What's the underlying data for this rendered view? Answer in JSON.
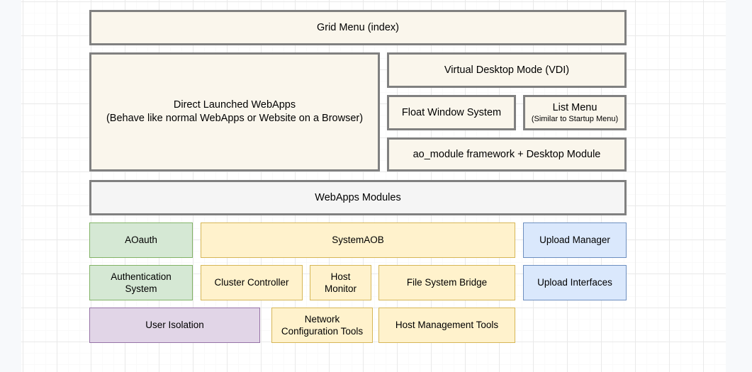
{
  "canvas": {
    "background_color": "#f7f9fb",
    "sheet_color": "#ffffff",
    "grid_minor_color": "#fafafa",
    "grid_major_color": "#e9e9e9"
  },
  "palette": {
    "cream_fill": "#faf6ec",
    "cream_border": "#808080",
    "gray_fill": "#f5f5f5",
    "gray_border": "#808080",
    "green_fill": "#d5e8d4",
    "green_border": "#82b366",
    "yellow_fill": "#fff2cc",
    "yellow_border": "#d6b656",
    "blue_fill": "#dae8fc",
    "blue_border": "#6c8ebf",
    "purple_fill": "#e1d5e7",
    "purple_border": "#9673a6"
  },
  "diagram": {
    "grid_menu": "Grid Menu (index)",
    "direct_webapps": {
      "main": "Direct Launched WebApps",
      "sub": "(Behave like normal WebApps or Website on a Browser)"
    },
    "vdi": "Virtual Desktop Mode (VDI)",
    "float_window": "Float Window System",
    "list_menu": {
      "title": "List Menu",
      "sub": "(Similar to Startup Menu)"
    },
    "ao_module": "ao_module framework + Desktop Module",
    "webapps_modules": "WebApps Modules",
    "aoauth": "AOauth",
    "system_aob": "SystemAOB",
    "upload_manager": "Upload Manager",
    "authentication_system": "Authentication\nSystem",
    "cluster_controller": "Cluster Controller",
    "host_monitor": "Host\nMonitor",
    "file_system_bridge": "File System Bridge",
    "upload_interfaces": "Upload Interfaces",
    "user_isolation": "User Isolation",
    "network_configuration_tools": "Network\nConfiguration Tools",
    "host_management_tools": "Host Management Tools"
  }
}
